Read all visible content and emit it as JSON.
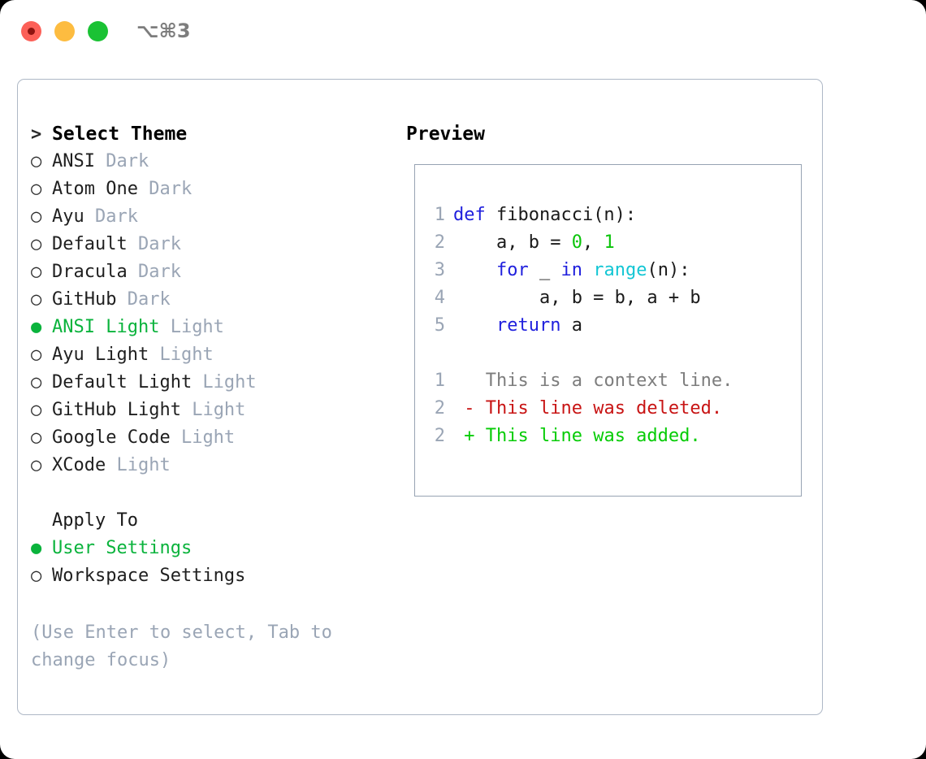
{
  "titlebar": {
    "traffic_lights": [
      "close-button",
      "minimize-button",
      "maximize-button"
    ],
    "shortcut": "⌥⌘3"
  },
  "theme_picker": {
    "header_marker": ">",
    "header_label": "Select Theme",
    "selected_theme": "ANSI Light",
    "markers": {
      "selected": "●",
      "unselected": "○"
    },
    "items": [
      {
        "name": "ANSI",
        "kind": "Dark",
        "selected": false
      },
      {
        "name": "Atom One",
        "kind": "Dark",
        "selected": false
      },
      {
        "name": "Ayu",
        "kind": "Dark",
        "selected": false
      },
      {
        "name": "Default",
        "kind": "Dark",
        "selected": false
      },
      {
        "name": "Dracula",
        "kind": "Dark",
        "selected": false
      },
      {
        "name": "GitHub",
        "kind": "Dark",
        "selected": false
      },
      {
        "name": "ANSI Light",
        "kind": "Light",
        "selected": true
      },
      {
        "name": "Ayu Light",
        "kind": "Light",
        "selected": false
      },
      {
        "name": "Default Light",
        "kind": "Light",
        "selected": false
      },
      {
        "name": "GitHub Light",
        "kind": "Light",
        "selected": false
      },
      {
        "name": "Google Code",
        "kind": "Light",
        "selected": false
      },
      {
        "name": "XCode",
        "kind": "Light",
        "selected": false
      }
    ]
  },
  "apply_to": {
    "header_label": "Apply To",
    "selected_option": "User Settings",
    "options": [
      {
        "label": "User Settings",
        "selected": true
      },
      {
        "label": "Workspace Settings",
        "selected": false
      }
    ]
  },
  "hint": "(Use Enter to select, Tab to change focus)",
  "preview": {
    "title": "Preview",
    "code": [
      {
        "num": "1",
        "segments": [
          {
            "text": "def ",
            "style": "kw"
          },
          {
            "text": "fibonacci(n):",
            "style": "txt"
          }
        ]
      },
      {
        "num": "2",
        "segments": [
          {
            "text": "    a, b = ",
            "style": "txt"
          },
          {
            "text": "0",
            "style": "num"
          },
          {
            "text": ", ",
            "style": "txt"
          },
          {
            "text": "1",
            "style": "num"
          }
        ]
      },
      {
        "num": "3",
        "segments": [
          {
            "text": "    ",
            "style": "txt"
          },
          {
            "text": "for",
            "style": "kw"
          },
          {
            "text": " _ ",
            "style": "txt"
          },
          {
            "text": "in",
            "style": "kw"
          },
          {
            "text": " ",
            "style": "txt"
          },
          {
            "text": "range",
            "style": "fn"
          },
          {
            "text": "(n):",
            "style": "txt"
          }
        ]
      },
      {
        "num": "4",
        "segments": [
          {
            "text": "        a, b = b, a + b",
            "style": "txt"
          }
        ]
      },
      {
        "num": "5",
        "segments": [
          {
            "text": "    ",
            "style": "txt"
          },
          {
            "text": "return",
            "style": "kw"
          },
          {
            "text": " a",
            "style": "txt"
          }
        ]
      }
    ],
    "diff": [
      {
        "num": "1",
        "marker": " ",
        "text": "This is a context line.",
        "style": "ctx"
      },
      {
        "num": "2",
        "marker": "-",
        "text": "This line was deleted.",
        "style": "del"
      },
      {
        "num": "2",
        "marker": "+",
        "text": "This line was added.",
        "style": "add"
      }
    ]
  },
  "colors": {
    "accent_green": "#0ab33c",
    "muted": "#9aa5b5",
    "keyword_blue": "#1f1fdd",
    "function_cyan": "#13c6d4",
    "number_green": "#0ac40a",
    "diff_removed": "#c81414",
    "diff_added": "#06cc06",
    "panel_border": "#aeb8c6"
  }
}
